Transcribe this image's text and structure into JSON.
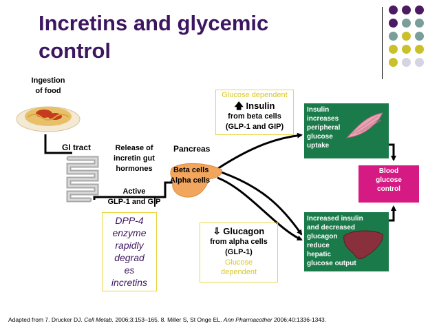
{
  "title": "Incretins and glycemic control",
  "title_line1": "Incretins and glycemic",
  "title_line2": "control",
  "corner_dot_colors": {
    "purple": "#4b1a63",
    "teal": "#7a9e9a",
    "yellow": "#c9c02a",
    "light": "#d4d4e2"
  },
  "ingestion": {
    "line1": "Ingestion",
    "line2": "of food"
  },
  "gi_tract": "GI tract",
  "release": {
    "line1": "Release of",
    "line2": "incretin gut",
    "line3": "hormones"
  },
  "pancreas": "Pancreas",
  "beta_cells": "Beta cells",
  "alpha_cells": "Alpha cells",
  "active": {
    "line1": "Active",
    "line2": "GLP-1 and GIP"
  },
  "dpp4": {
    "line1": "DPP-4",
    "line2": "enzyme",
    "line3": "rapidly",
    "line4": "degrad",
    "line5": "es",
    "line6": "incretins"
  },
  "insulin_box": {
    "top": "Glucose dependent",
    "arrow": "🡅",
    "label": "Insulin",
    "line1": "from beta cells",
    "line2": "(GLP-1 and GIP)"
  },
  "glucagon_box": {
    "arrow": "⇩",
    "label": "Glucagon",
    "line1": "from alpha cells",
    "line2": "(GLP-1)",
    "line3": "Glucose",
    "line4": "dependent"
  },
  "muscle_box": {
    "line1": "Insulin",
    "line2": "increases",
    "line3": "peripheral",
    "line4": "glucose",
    "line5": "uptake"
  },
  "liver_box": {
    "line1": "Increased insulin",
    "line2": "and decreased",
    "line3": "glucagon",
    "line4": "reduce",
    "line5": "hepatic",
    "line6": "glucose output"
  },
  "blood_box": {
    "line1": "Blood",
    "line2": "glucose",
    "line3": "control"
  },
  "citation": {
    "part1": "Adapted from 7. Drucker DJ. ",
    "journal1": "Cell Metab.",
    "part2": " 2006;3:153–165. 8. Miller S, St Onge EL.  ",
    "journal2": "Ann Pharmacother",
    "part3": " 2006;40:1336-1343."
  },
  "colors": {
    "title": "#3d1660",
    "box_border": "#e8d640",
    "green_box": "#1b7a4a",
    "blood_box": "#d51b83",
    "pancreas": "#f2a55c"
  }
}
